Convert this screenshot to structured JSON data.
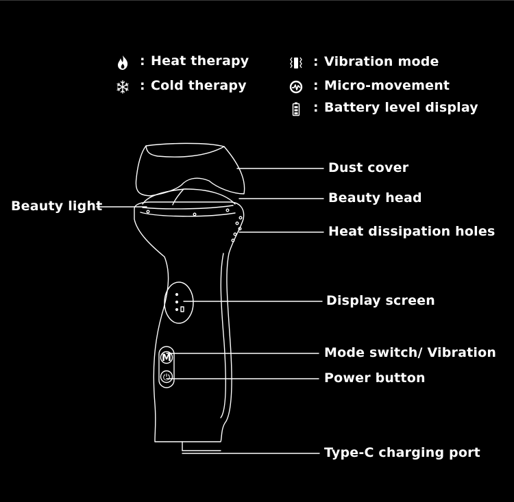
{
  "legend": [
    {
      "icon": "flame-icon",
      "separator": ":",
      "label": "Heat therapy"
    },
    {
      "icon": "snowflake-icon",
      "separator": ":",
      "label": "Cold therapy"
    },
    {
      "icon": "vibration-icon",
      "separator": ":",
      "label": "Vibration mode"
    },
    {
      "icon": "micro-movement-icon",
      "separator": ":",
      "label": "Micro-movement"
    },
    {
      "icon": "battery-icon",
      "separator": ":",
      "label": "Battery level display"
    }
  ],
  "callouts": {
    "dust_cover": "Dust cover",
    "beauty_head": "Beauty head",
    "beauty_light": "Beauty light",
    "heat_dissipation_holes": "Heat dissipation holes",
    "display_screen": "Display screen",
    "mode_switch": "Mode switch/ Vibration",
    "power_button": "Power button",
    "type_c_port": "Type-C charging port"
  },
  "device": {
    "mode_button_glyph": "M",
    "power_button_glyph": "⏻"
  },
  "colors": {
    "background": "#000000",
    "line_art": "#ffffff",
    "text": "#ffffff"
  }
}
